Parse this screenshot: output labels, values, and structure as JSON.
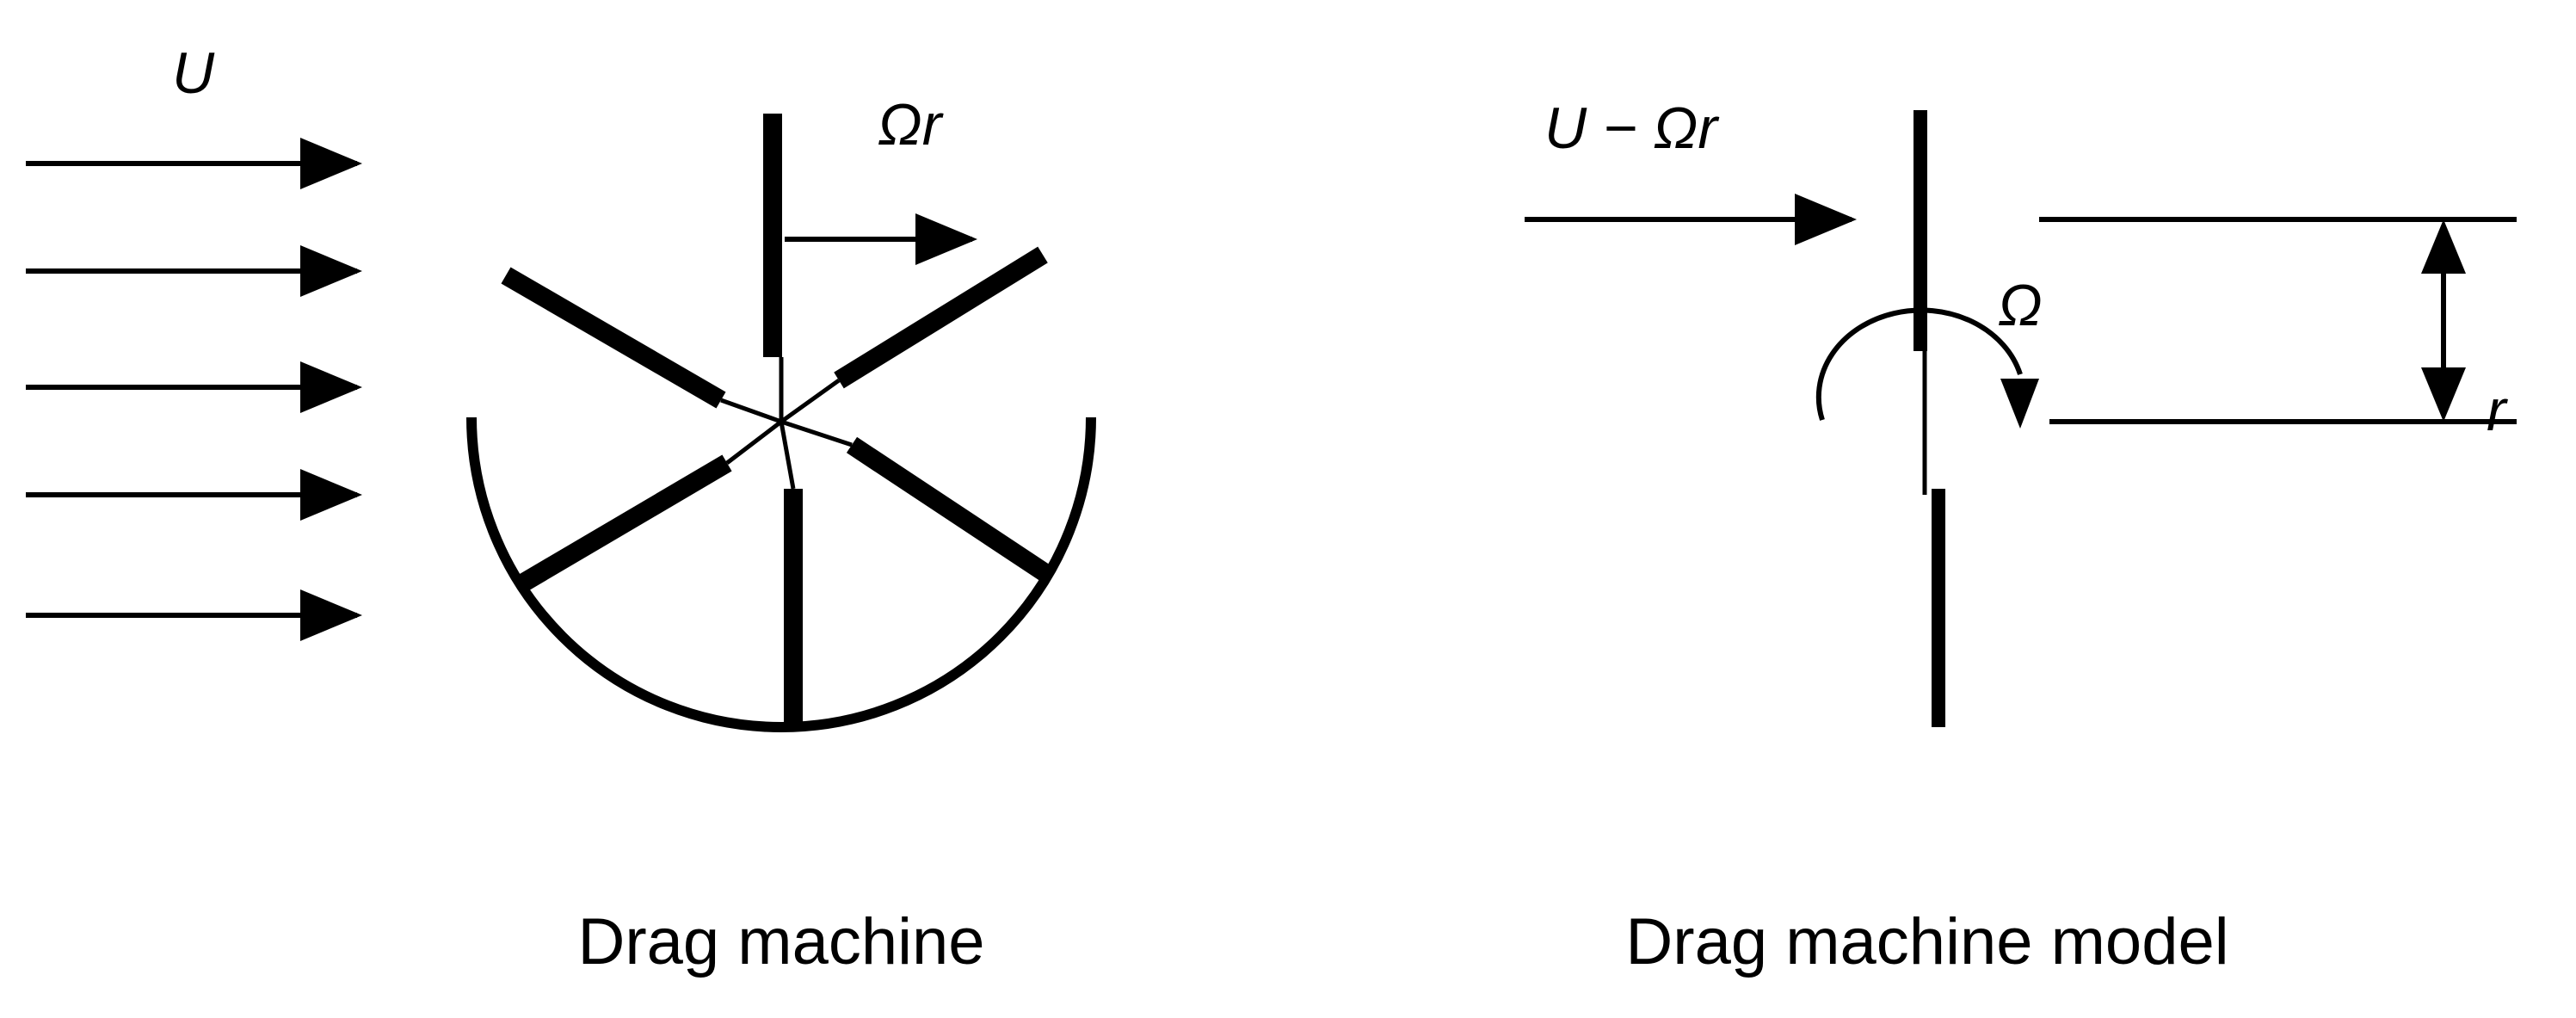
{
  "left_panel": {
    "flow_label": "U",
    "tip_speed_label": "Ωr",
    "caption": "Drag machine"
  },
  "right_panel": {
    "relative_flow_label": "U − Ωr",
    "rotation_label": "Ω",
    "radius_label": "r",
    "caption": "Drag machine model"
  },
  "colors": {
    "ink": "#000000",
    "background": "#ffffff"
  }
}
